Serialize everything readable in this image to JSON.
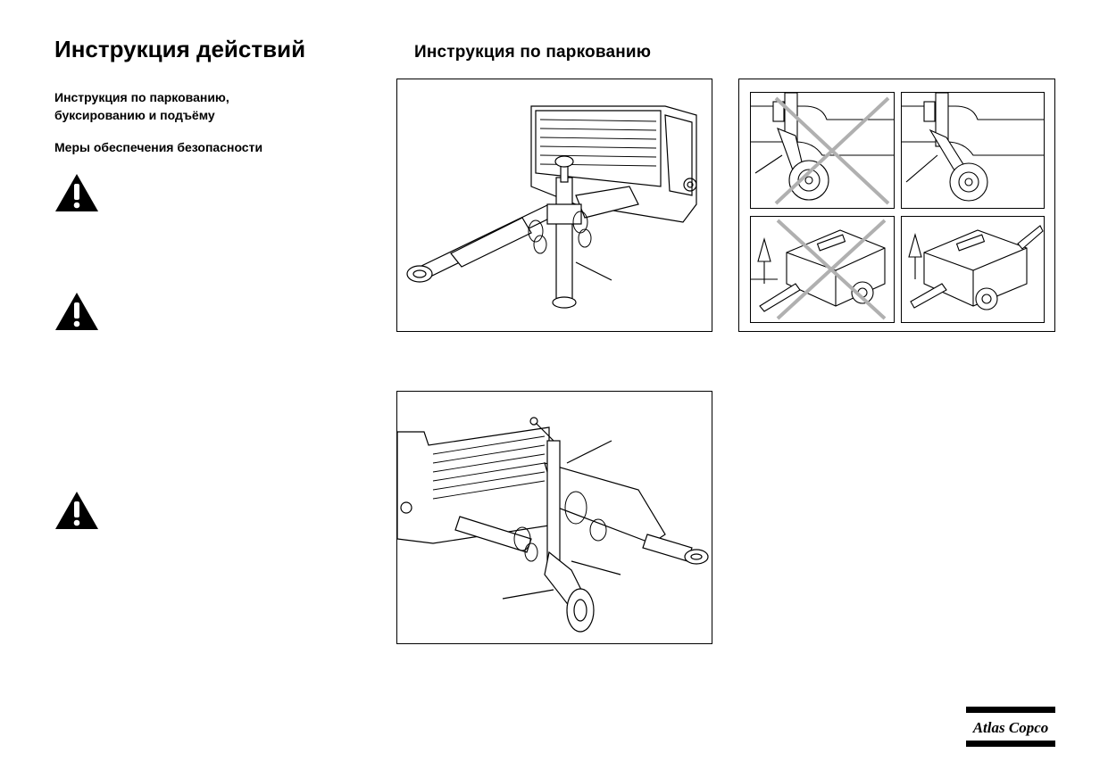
{
  "page": {
    "main_title": "Инструкция действий",
    "section_title": "Инструкция по паркованию",
    "subtitle_lines": [
      "Инструкция по паркованию,",
      "буксированию и подъёму"
    ],
    "safety_heading": "Меры обеспечения безопасности"
  },
  "icons": {
    "warning": "warning-triangle-icon",
    "correct_cross": "cross-mark-icon"
  },
  "logo": {
    "text": "Atlas Copco",
    "color": "#000000"
  },
  "colors": {
    "cross": "#b0b0b0",
    "line": "#000000"
  }
}
